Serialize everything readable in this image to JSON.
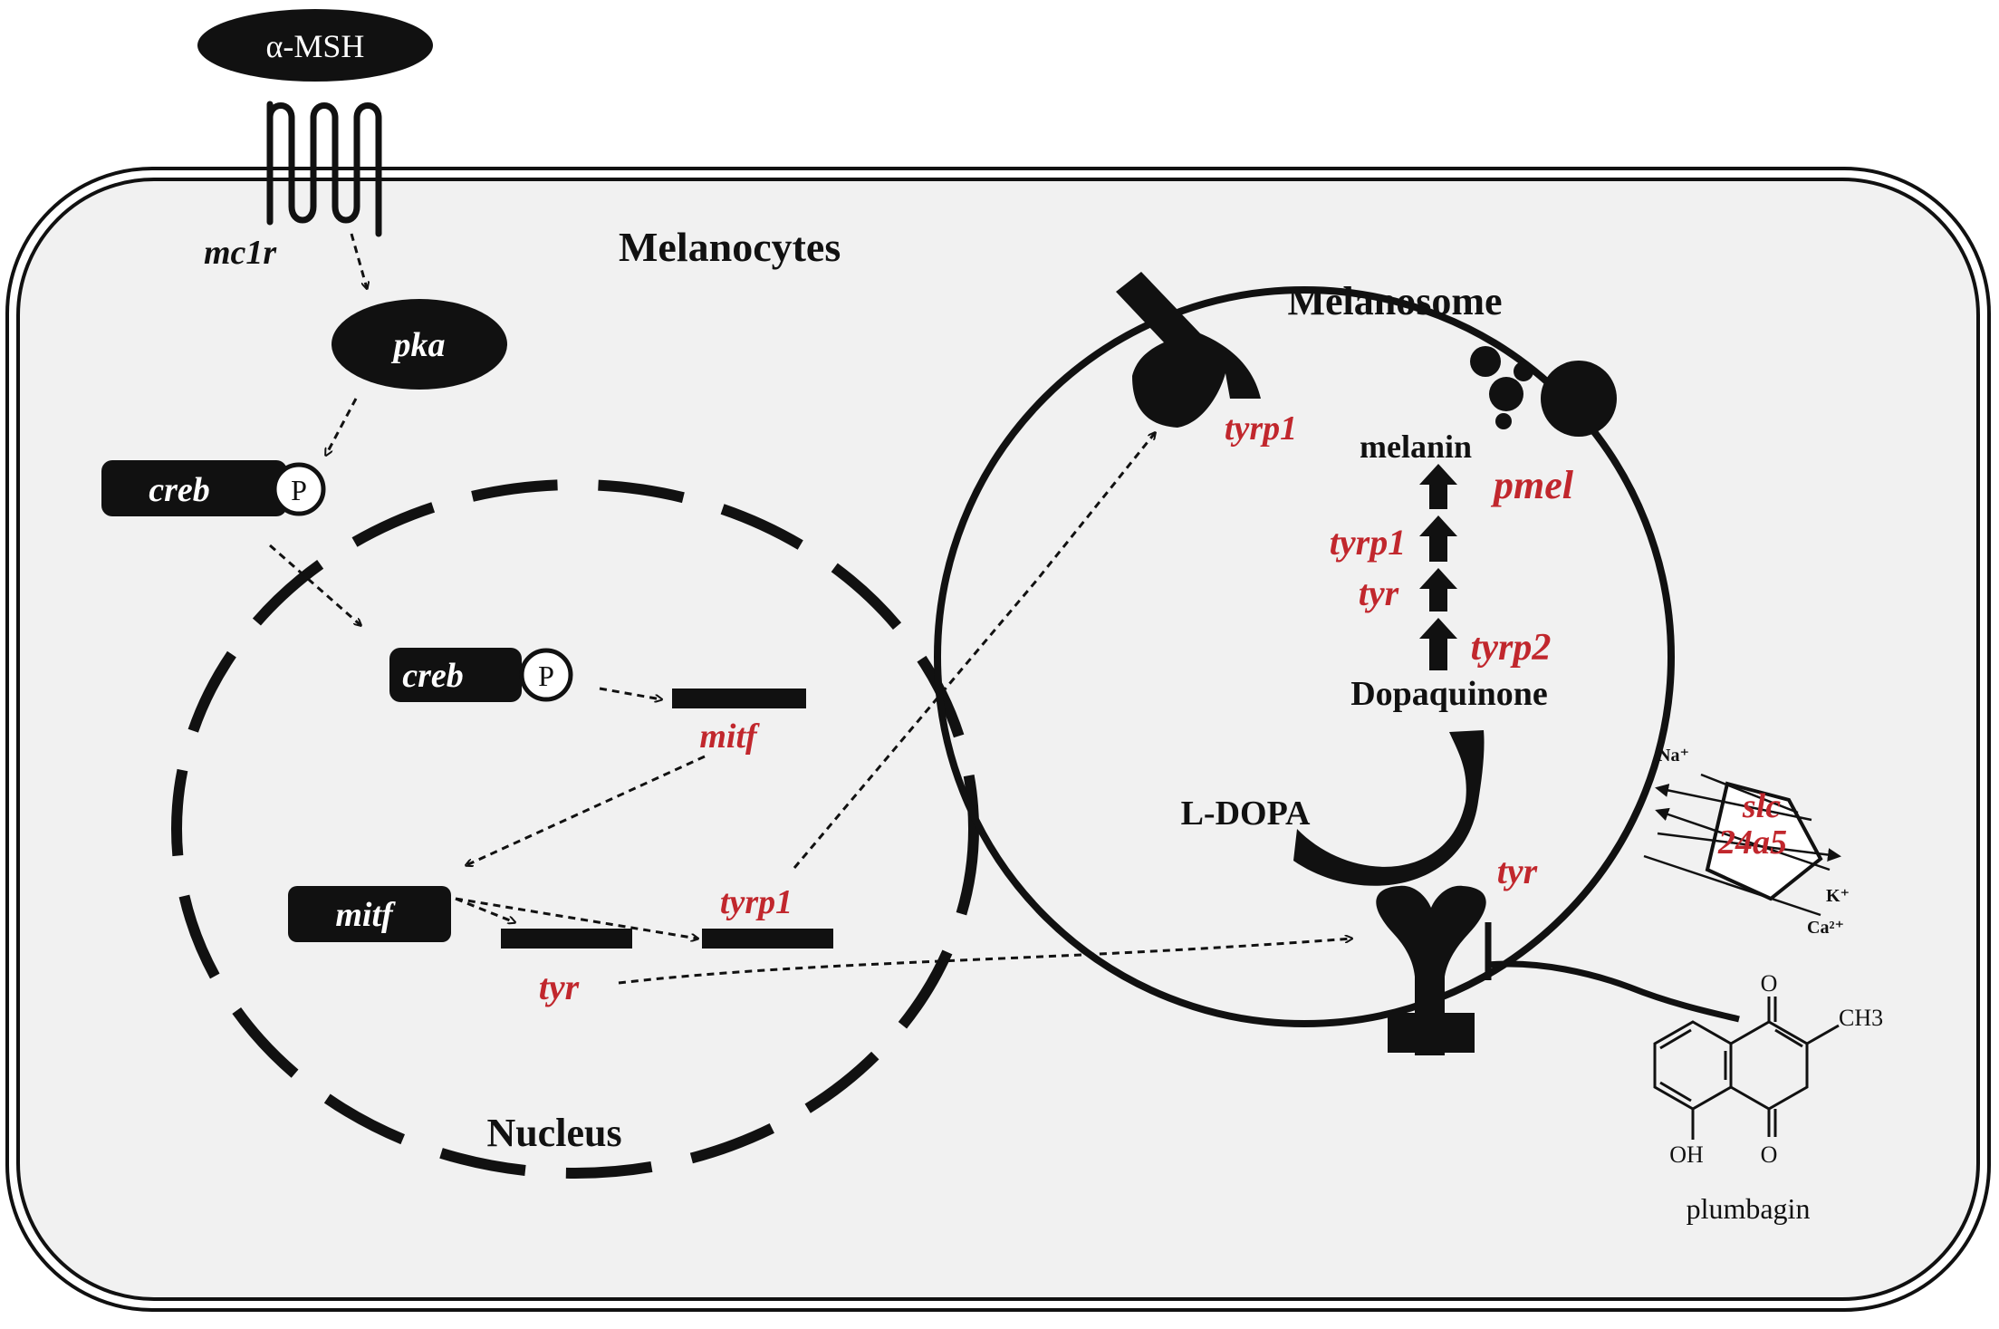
{
  "labels": {
    "msh": "α-MSH",
    "mc1r": "mc1r",
    "pka": "pka",
    "creb_cyto": "creb",
    "creb_nuc": "creb",
    "phospho": "P",
    "cell_title": "Melanocytes",
    "nucleus_title": "Nucleus",
    "melanosome_title": "Melanosome",
    "mitf_gene": "mitf",
    "mitf_protein": "mitf",
    "tyr_gene": "tyr",
    "tyrp1_gene": "tyrp1",
    "tyrp1_protein": "tyrp1",
    "melanin": "melanin",
    "pmel": "pmel",
    "tyrp1_step": "tyrp1",
    "tyr_step": "tyr",
    "tyrp2": "tyrp2",
    "dopaquinone": "Dopaquinone",
    "ldopa": "L-DOPA",
    "tyr_enzyme": "tyr",
    "slc_line1": "slc",
    "slc_line2": "24a5",
    "na_ion": "Na⁺",
    "k_ion": "K⁺",
    "ca_ion": "Ca²⁺",
    "atom_o_top": "O",
    "atom_o_bottom": "O",
    "atom_oh": "OH",
    "atom_ch3": "CH3",
    "plumbagin": "plumbagin"
  },
  "colors": {
    "gene_red": "#c1272d",
    "dark": "#111111",
    "cell_fill": "#f1f1f1"
  }
}
